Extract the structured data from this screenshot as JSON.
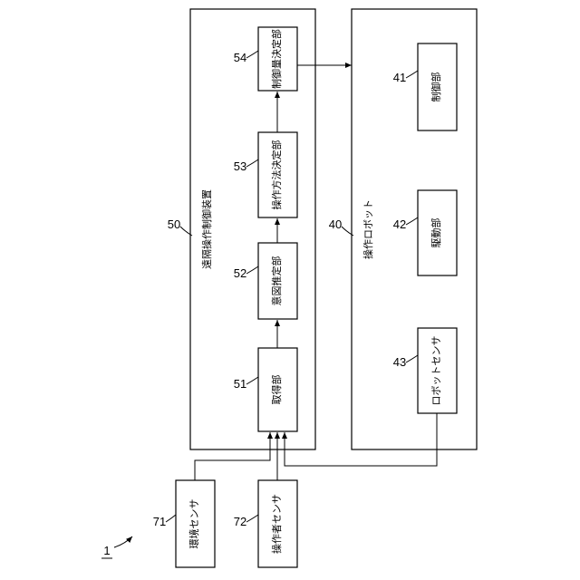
{
  "diagram": {
    "system_ref": "1",
    "remote_controller": {
      "ref": "50",
      "label": "遠隔操作制御装置"
    },
    "blocks": {
      "acquisition": {
        "ref": "51",
        "label": "取得部"
      },
      "intent": {
        "ref": "52",
        "label": "意図推定部"
      },
      "method": {
        "ref": "53",
        "label": "操作方法決定部"
      },
      "control_amount": {
        "ref": "54",
        "label": "制御量決定部"
      }
    },
    "robot": {
      "ref": "40",
      "label": "操作ロボット"
    },
    "robot_blocks": {
      "controller": {
        "ref": "41",
        "label": "制御部"
      },
      "drive": {
        "ref": "42",
        "label": "駆動部"
      },
      "robot_sensor": {
        "ref": "43",
        "label": "ロボットセンサ"
      }
    },
    "env_sensor": {
      "ref": "71",
      "label": "環境センサ"
    },
    "operator_sensor": {
      "ref": "72",
      "label": "操作者センサ"
    }
  }
}
